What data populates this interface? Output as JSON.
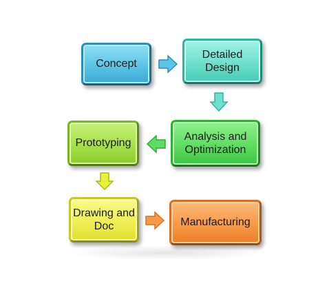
{
  "nodes": [
    {
      "id": "concept",
      "label": "Concept",
      "color": "#5cc3e6"
    },
    {
      "id": "detailed-design",
      "label": "Detailed\nDesign",
      "color": "#6ee0cc"
    },
    {
      "id": "analysis",
      "label": "Analysis and\nOptimization",
      "color": "#5fdd62"
    },
    {
      "id": "prototyping",
      "label": "Prototyping",
      "color": "#a6e04a"
    },
    {
      "id": "drawing",
      "label": "Drawing and\nDoc",
      "color": "#f0ef55"
    },
    {
      "id": "manufacturing",
      "label": "Manufacturing",
      "color": "#f79a48"
    }
  ],
  "edges": [
    {
      "from": "concept",
      "to": "detailed-design",
      "direction": "right",
      "color": "#3aa8d4"
    },
    {
      "from": "detailed-design",
      "to": "analysis",
      "direction": "down",
      "color": "#45cbb4"
    },
    {
      "from": "analysis",
      "to": "prototyping",
      "direction": "left",
      "color": "#3cc540"
    },
    {
      "from": "prototyping",
      "to": "drawing",
      "direction": "down",
      "color": "#c6e83a"
    },
    {
      "from": "drawing",
      "to": "manufacturing",
      "direction": "right",
      "color": "#ef7f26"
    }
  ]
}
